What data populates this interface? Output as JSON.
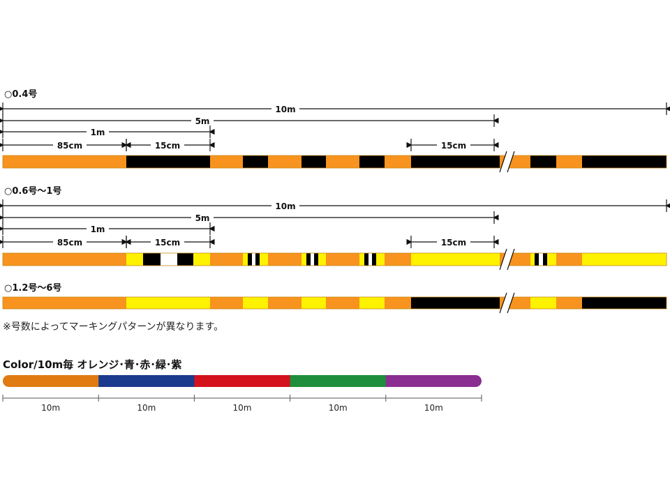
{
  "sections": [
    {
      "title": "○0.4号"
    },
    {
      "title": "○0.6号～1号"
    },
    {
      "title": "○1.2号～6号"
    }
  ],
  "dimensions": {
    "total": "10m",
    "half": "5m",
    "one": "1m",
    "first": "85cm",
    "mark": "15cm"
  },
  "note": "※号数によってマーキングパターンが異なります。",
  "color_section": {
    "title": "Color/10m毎 オレンジ･青･赤･緑･紫",
    "segments": [
      {
        "name": "オレンジ",
        "color": "#e07b12",
        "label": "10m"
      },
      {
        "name": "青",
        "color": "#1b3a8e",
        "label": "10m"
      },
      {
        "name": "赤",
        "color": "#d3121e",
        "label": "10m"
      },
      {
        "name": "緑",
        "color": "#1f8e3c",
        "label": "10m"
      },
      {
        "name": "紫",
        "color": "#8a2f91",
        "label": "10m"
      }
    ]
  },
  "colors": {
    "orange": "#f7931e",
    "black": "#000000",
    "yellow": "#fff200",
    "white": "#ffffff"
  }
}
